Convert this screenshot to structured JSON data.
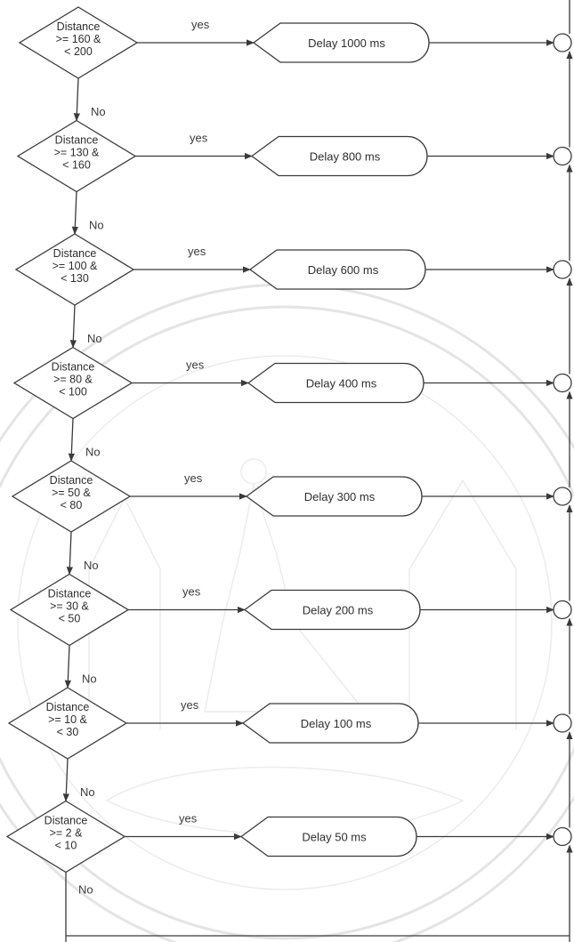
{
  "diagram": {
    "steps": [
      {
        "decision": [
          "Distance",
          ">= 160 &",
          "< 200"
        ],
        "yes_label": "yes",
        "no_label": "No",
        "action": "Delay 1000 ms"
      },
      {
        "decision": [
          "Distance",
          ">= 130 &",
          "< 160"
        ],
        "yes_label": "yes",
        "no_label": "No",
        "action": "Delay 800 ms"
      },
      {
        "decision": [
          "Distance",
          ">= 100 &",
          "< 130"
        ],
        "yes_label": "yes",
        "no_label": "No",
        "action": "Delay 600 ms"
      },
      {
        "decision": [
          "Distance",
          ">= 80 &",
          "< 100"
        ],
        "yes_label": "yes",
        "no_label": "No",
        "action": "Delay 400 ms"
      },
      {
        "decision": [
          "Distance",
          ">= 50 &",
          "< 80"
        ],
        "yes_label": "yes",
        "no_label": "No",
        "action": "Delay 300 ms"
      },
      {
        "decision": [
          "Distance",
          ">= 30 &",
          "< 50"
        ],
        "yes_label": "yes",
        "no_label": "No",
        "action": "Delay 200 ms"
      },
      {
        "decision": [
          "Distance",
          ">= 10 &",
          "< 30"
        ],
        "yes_label": "yes",
        "no_label": "No",
        "action": "Delay 100 ms"
      },
      {
        "decision": [
          "Distance",
          ">= 2 &",
          "< 10"
        ],
        "yes_label": "yes",
        "no_label": "No",
        "action": "Delay 50 ms"
      }
    ]
  }
}
